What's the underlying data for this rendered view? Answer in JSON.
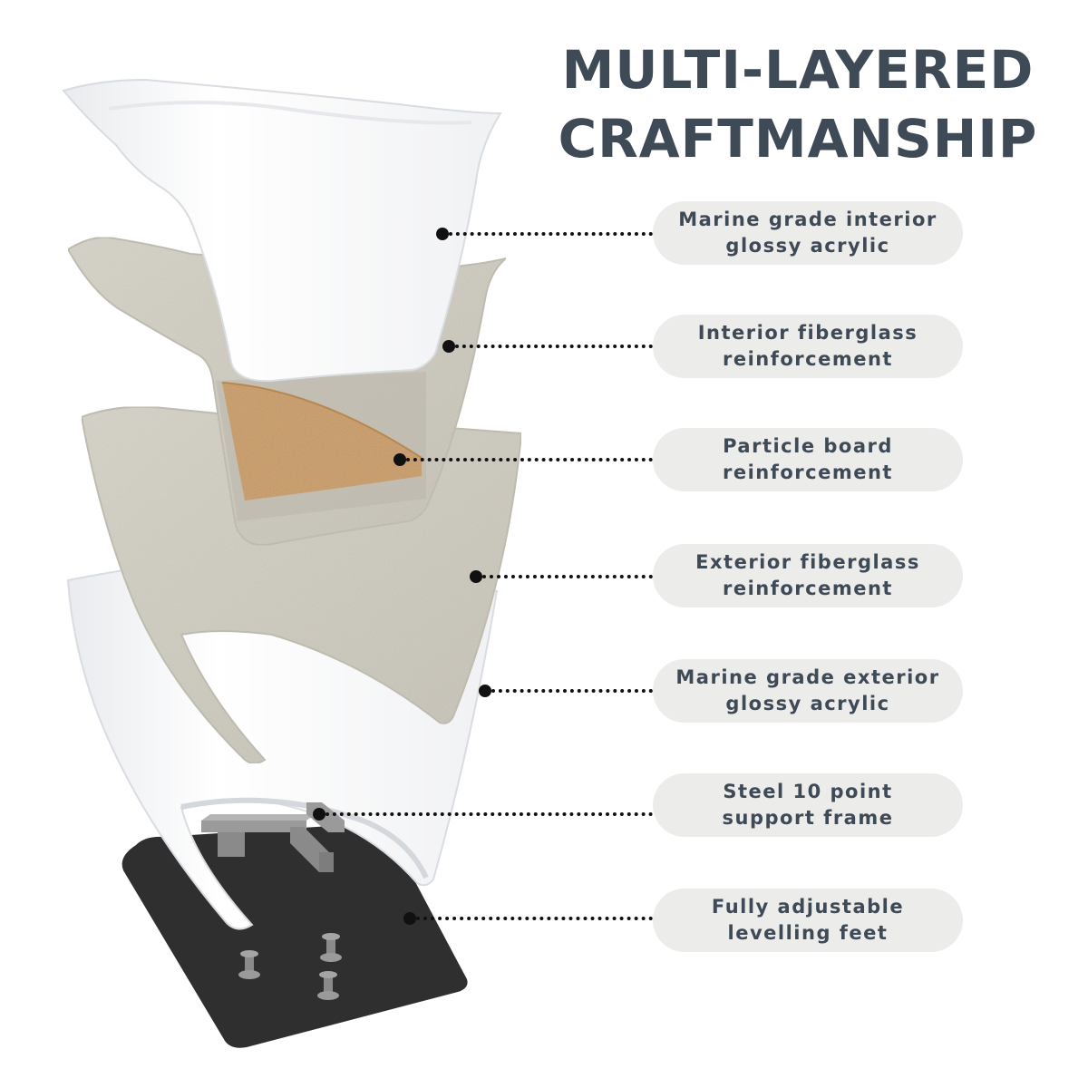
{
  "title": {
    "line1": "MULTI-LAYERED",
    "line2": "CRAFTMANSHIP"
  },
  "layers": [
    {
      "line1": "Marine grade interior",
      "line2": "glossy acrylic"
    },
    {
      "line1": "Interior fiberglass",
      "line2": "reinforcement"
    },
    {
      "line1": "Particle board",
      "line2": "reinforcement"
    },
    {
      "line1": "Exterior fiberglass",
      "line2": "reinforcement"
    },
    {
      "line1": "Marine grade exterior",
      "line2": "glossy acrylic"
    },
    {
      "line1": "Steel 10 point",
      "line2": "support frame"
    },
    {
      "line1": "Fully adjustable",
      "line2": "levelling feet"
    }
  ],
  "colors": {
    "title_text": "#3f4a57",
    "pill_background": "#ececeb",
    "acrylic_white": "#ffffff",
    "fiberglass_beige": "#cfcbbf",
    "particle_board": "#c99a5f",
    "steel_frame": "#8e8e8e",
    "base_plate": "#2f2f2f"
  }
}
